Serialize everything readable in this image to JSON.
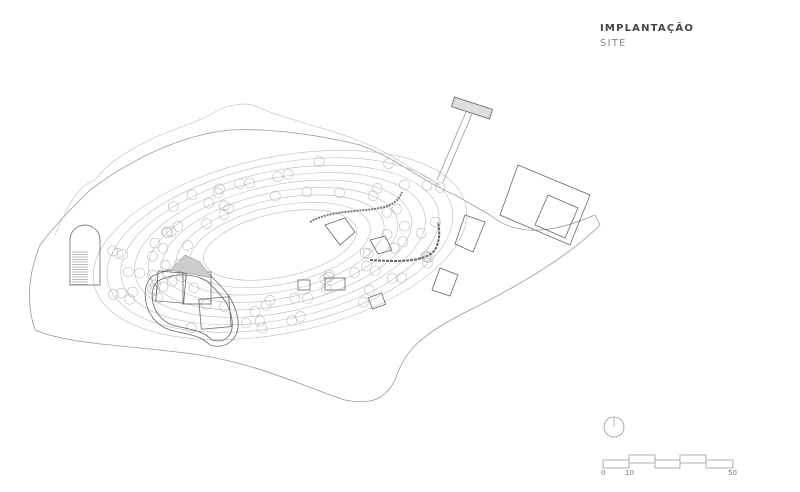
{
  "header": {
    "title": "IMPLANTAÇÃO",
    "subtitle": "SITE"
  },
  "scale_bar": {
    "labels": [
      "0",
      "10",
      "50"
    ]
  },
  "icons": {
    "north_arrow": "north-arrow-icon"
  }
}
